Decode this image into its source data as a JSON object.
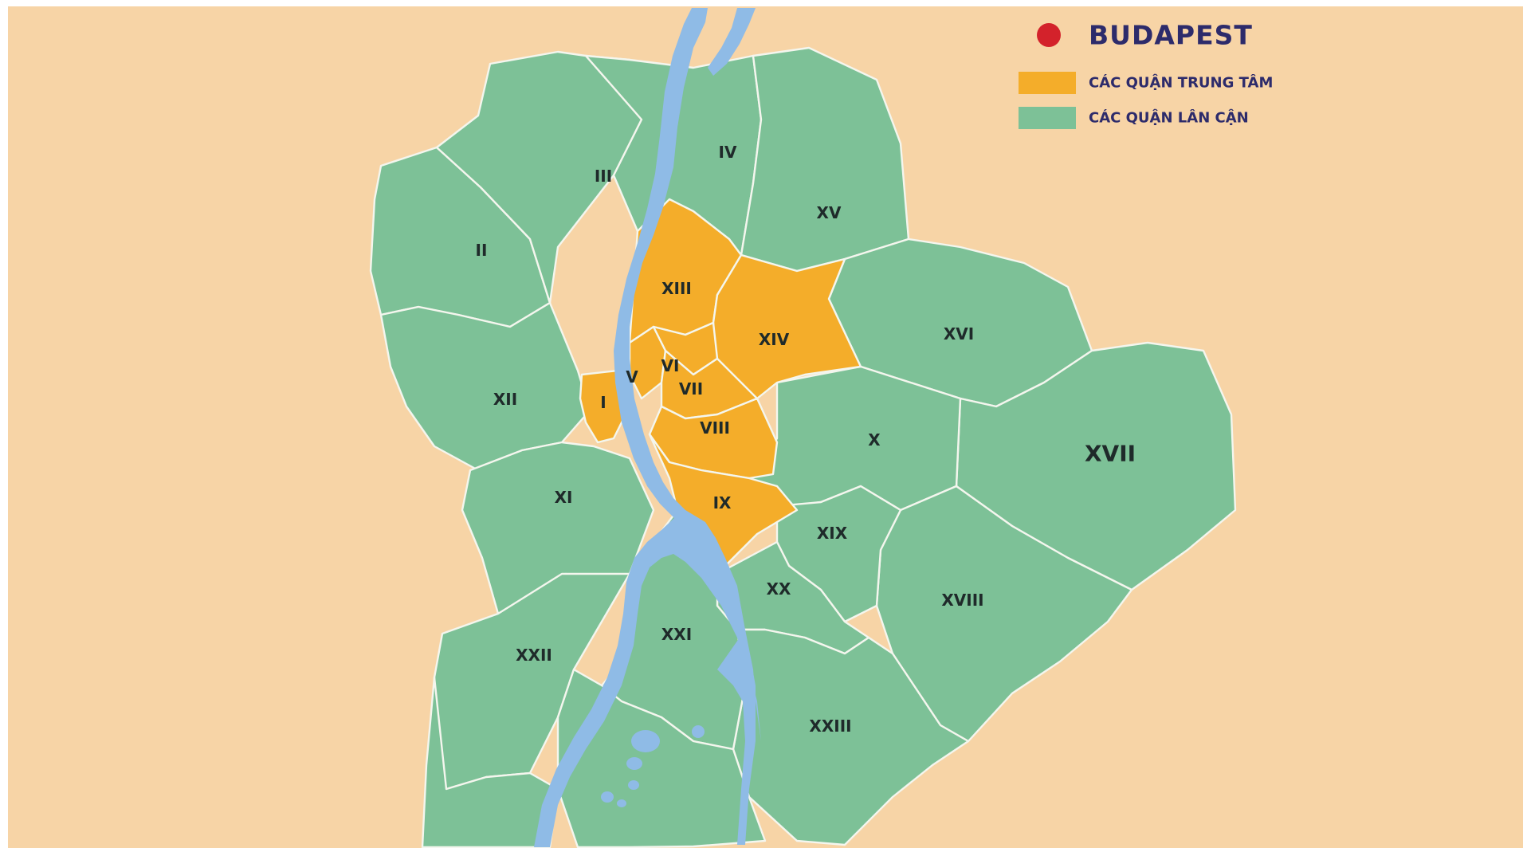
{
  "legend": {
    "title": "BUDAPEST",
    "central_label": "CÁC QUẬN TRUNG TÂM",
    "outer_label": "CÁC QUẬN LÂN CẬN"
  },
  "districts": {
    "I": "I",
    "II": "II",
    "III": "III",
    "IV": "IV",
    "V": "V",
    "VI": "VI",
    "VII": "VII",
    "VIII": "VIII",
    "IX": "IX",
    "X": "X",
    "XI": "XI",
    "XII": "XII",
    "XIII": "XIII",
    "XIV": "XIV",
    "XV": "XV",
    "XVI": "XVI",
    "XVII": "XVII",
    "XVIII": "XVIII",
    "XIX": "XIX",
    "XX": "XX",
    "XXI": "XXI",
    "XXII": "XXII",
    "XXIII": "XXIII"
  },
  "colors": {
    "background": "#f7d4a6",
    "central": "#f4ad2a",
    "outer": "#7dc197",
    "river": "#8fbbe6",
    "marker": "#d3222b",
    "legend_text": "#2d2b6b"
  }
}
